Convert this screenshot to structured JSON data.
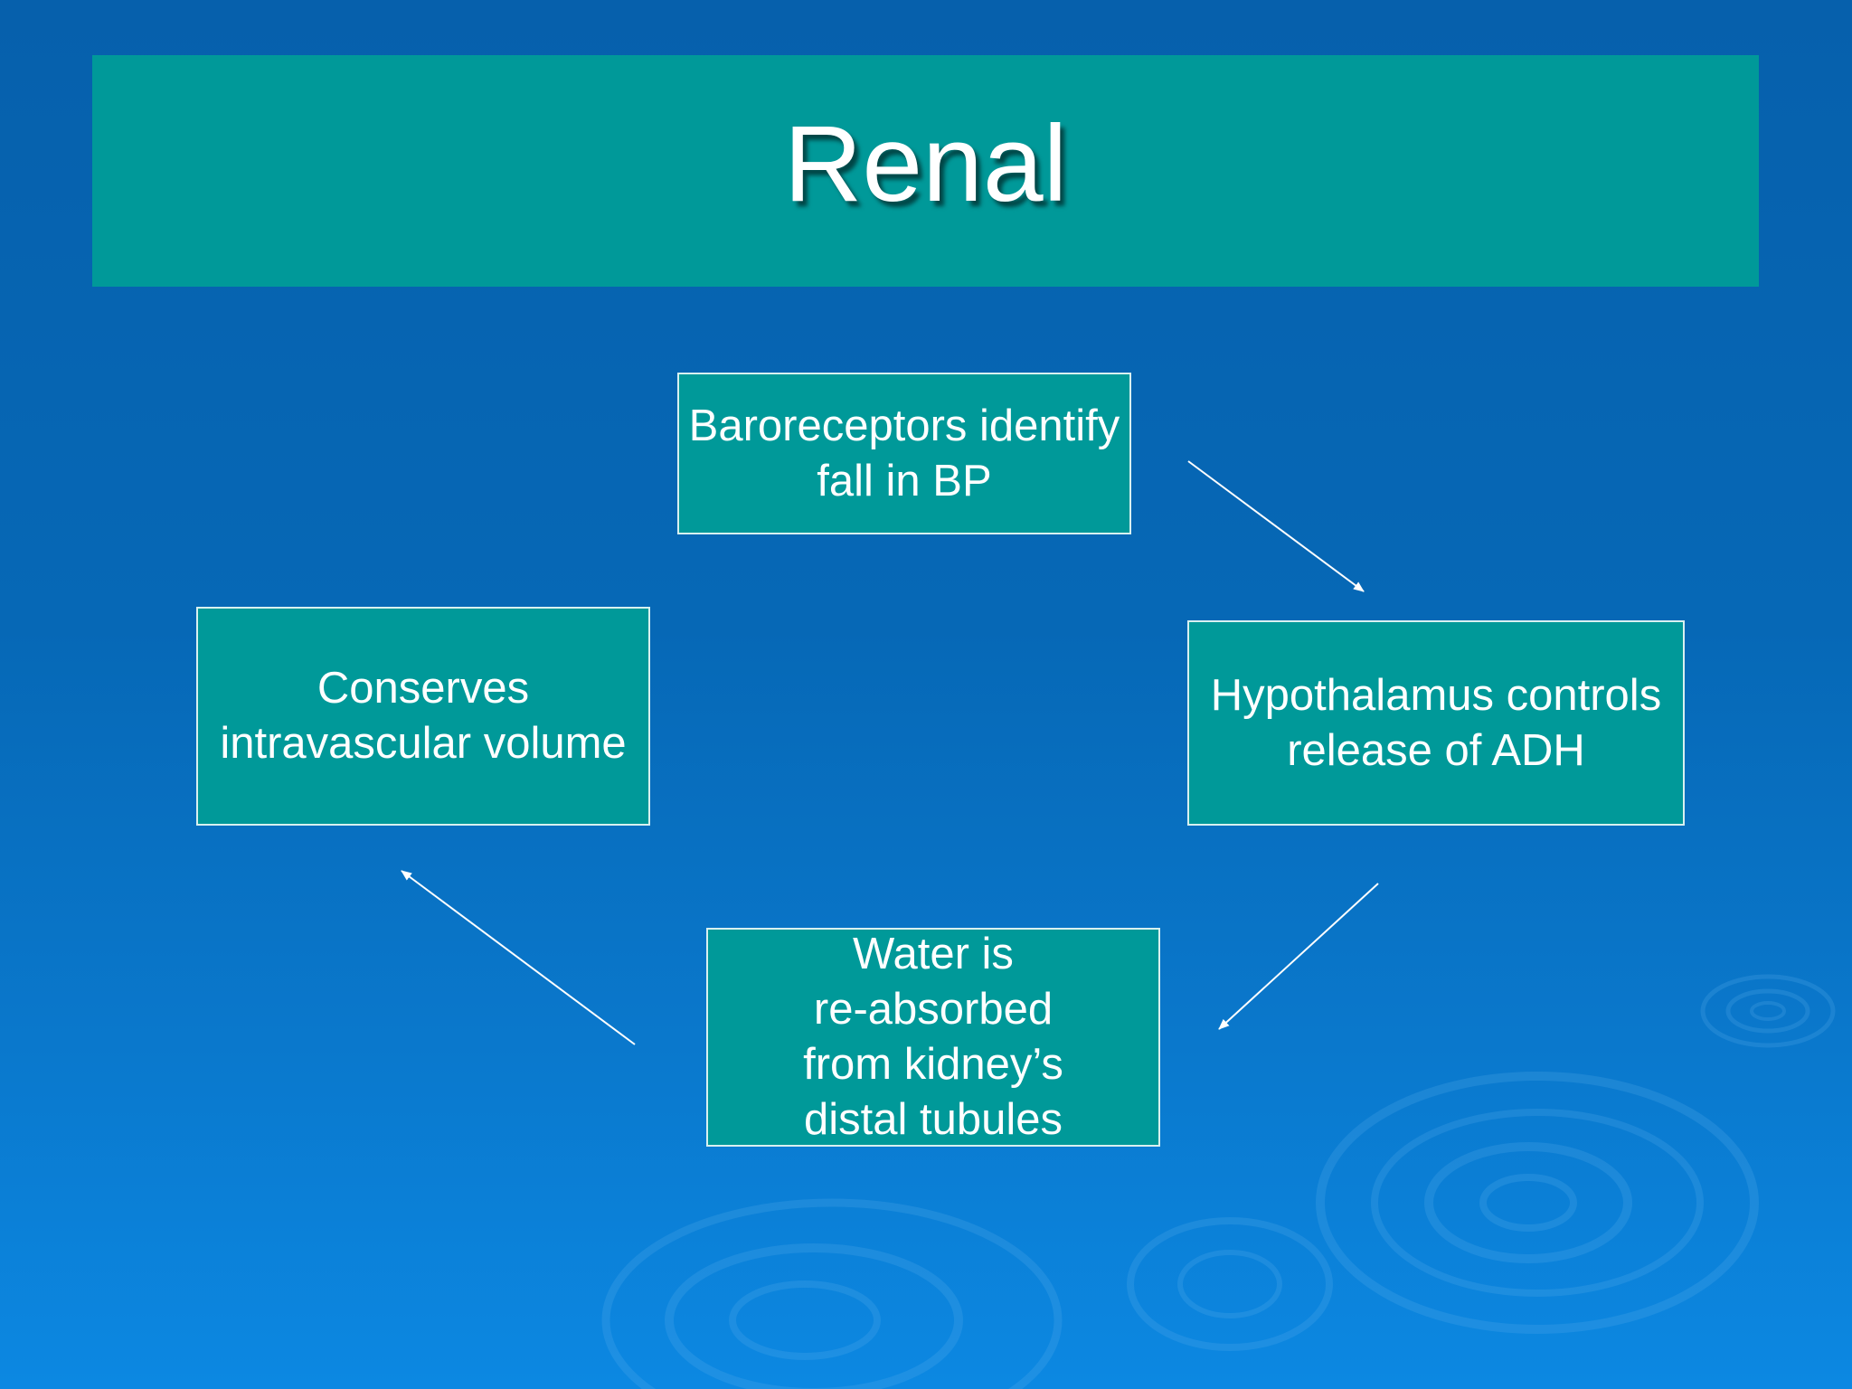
{
  "slide": {
    "title": "Renal"
  },
  "diagram": {
    "nodes": [
      {
        "id": "baroreceptors",
        "label": "Baroreceptors identify\nfall in BP"
      },
      {
        "id": "hypothalamus",
        "label": "Hypothalamus controls\nrelease of ADH"
      },
      {
        "id": "water",
        "label": "Water is\nre-absorbed\nfrom kidney’s\n distal tubules"
      },
      {
        "id": "conserves",
        "label": "Conserves\nintravascular volume"
      }
    ],
    "edges": [
      {
        "from": "baroreceptors",
        "to": "hypothalamus"
      },
      {
        "from": "hypothalamus",
        "to": "water"
      },
      {
        "from": "water",
        "to": "conserves"
      }
    ]
  },
  "colors": {
    "background": "#0668b6",
    "box_fill": "#009999",
    "box_border": "#d8f0f0",
    "text": "#ffffff"
  }
}
